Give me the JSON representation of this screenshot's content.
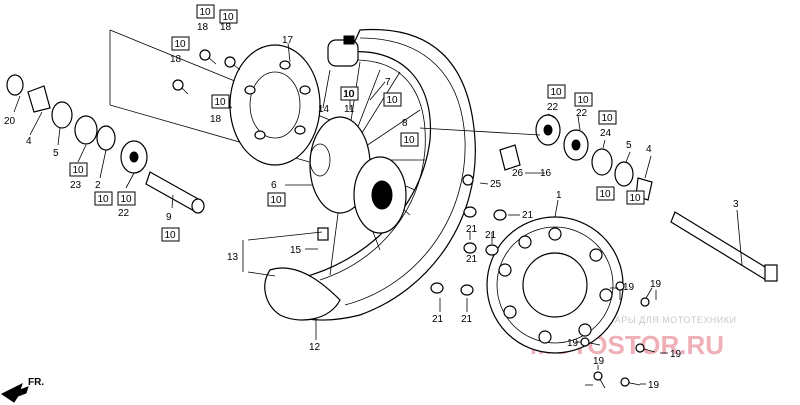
{
  "watermark": {
    "line1": "ЗАПЧАСТИ И АКСЕССУАРЫ ДЛЯ МОТОТЕХНИКИ",
    "line2": "MOTOSTOR.RU"
  },
  "direction_label": "FR.",
  "labels": [
    {
      "id": "l-18a",
      "text": "18"
    },
    {
      "id": "l-18b",
      "text": "18"
    },
    {
      "id": "l-18c",
      "text": "18"
    },
    {
      "id": "l-18d",
      "text": "18"
    },
    {
      "id": "l-17",
      "text": "17"
    },
    {
      "id": "l-7",
      "text": "7"
    },
    {
      "id": "l-14",
      "text": "14"
    },
    {
      "id": "l-11",
      "text": "11"
    },
    {
      "id": "l-20",
      "text": "20"
    },
    {
      "id": "l-4a",
      "text": "4"
    },
    {
      "id": "l-5a",
      "text": "5"
    },
    {
      "id": "l-23",
      "text": "23"
    },
    {
      "id": "l-2",
      "text": "2"
    },
    {
      "id": "l-22a",
      "text": "22"
    },
    {
      "id": "l-9",
      "text": "9"
    },
    {
      "id": "l-8",
      "text": "8"
    },
    {
      "id": "l-6",
      "text": "6"
    },
    {
      "id": "l-22b",
      "text": "22"
    },
    {
      "id": "l-22c",
      "text": "22"
    },
    {
      "id": "l-24",
      "text": "24"
    },
    {
      "id": "l-5b",
      "text": "5"
    },
    {
      "id": "l-4b",
      "text": "4"
    },
    {
      "id": "l-26",
      "text": "26"
    },
    {
      "id": "l-16",
      "text": "16"
    },
    {
      "id": "l-25",
      "text": "25"
    },
    {
      "id": "l-1",
      "text": "1"
    },
    {
      "id": "l-3",
      "text": "3"
    },
    {
      "id": "l-21a",
      "text": "21"
    },
    {
      "id": "l-21b",
      "text": "21"
    },
    {
      "id": "l-21c",
      "text": "21"
    },
    {
      "id": "l-21d",
      "text": "21"
    },
    {
      "id": "l-21e",
      "text": "21"
    },
    {
      "id": "l-21f",
      "text": "21"
    },
    {
      "id": "l-13",
      "text": "13"
    },
    {
      "id": "l-15",
      "text": "15"
    },
    {
      "id": "l-12",
      "text": "12"
    },
    {
      "id": "l-19a",
      "text": "19"
    },
    {
      "id": "l-19b",
      "text": "19"
    },
    {
      "id": "l-19c",
      "text": "19"
    },
    {
      "id": "l-19d",
      "text": "19"
    },
    {
      "id": "l-19e",
      "text": "19"
    },
    {
      "id": "l-19f",
      "text": "19"
    }
  ],
  "boxed_labels": [
    {
      "id": "b-a",
      "text": "10"
    },
    {
      "id": "b-b",
      "text": "10"
    },
    {
      "id": "b-c",
      "text": "10"
    },
    {
      "id": "b-d",
      "text": "10"
    },
    {
      "id": "b-e",
      "text": "10"
    },
    {
      "id": "b-f",
      "text": "10"
    },
    {
      "id": "b-g",
      "text": "10"
    },
    {
      "id": "b-h",
      "text": "10"
    },
    {
      "id": "b-i",
      "text": "10"
    },
    {
      "id": "b-j",
      "text": "10"
    },
    {
      "id": "b-k",
      "text": "10"
    },
    {
      "id": "b-l",
      "text": "10"
    },
    {
      "id": "b-m",
      "text": "10"
    },
    {
      "id": "b-n",
      "text": "10"
    },
    {
      "id": "b-o",
      "text": "10"
    },
    {
      "id": "b-p",
      "text": "10"
    },
    {
      "id": "b-q",
      "text": "10"
    },
    {
      "id": "b-r",
      "text": "10"
    }
  ]
}
